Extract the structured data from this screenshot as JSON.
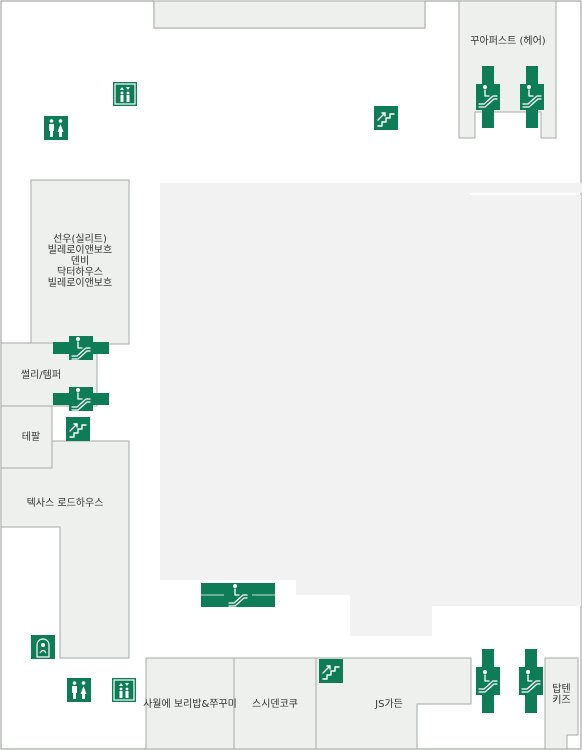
{
  "colors": {
    "background": "#ffffff",
    "floor": "#f1f2f1",
    "store": "#eef0ee",
    "outline": "#a7aba7",
    "facility": "#0e7d57"
  },
  "stores": {
    "kkuapeoseuteu": "꾸아퍼스트 (헤어)",
    "seonwoo_1": "선우(실리트)",
    "seonwoo_2": "빌레로이앤보흐",
    "seonwoo_3": "덴비",
    "seonwoo_4": "닥터하우스",
    "seonwoo_5": "빌레로이앤보흐",
    "sseolli": "썰리/템퍼",
    "tefal": "테팔",
    "texas": "텍사스 로드하우스",
    "sawol": "사월에 보리밥&쭈꾸미",
    "sushi": "스시덴코쿠",
    "js": "JS가든",
    "tiptop_1": "탑텐",
    "tiptop_2": "키즈"
  },
  "icons": {
    "elevator": "elevator-icon",
    "restroom": "restroom-icon",
    "stairs": "stairs-icon",
    "escalator": "escalator-icon",
    "nursing": "nursing-room-icon"
  }
}
